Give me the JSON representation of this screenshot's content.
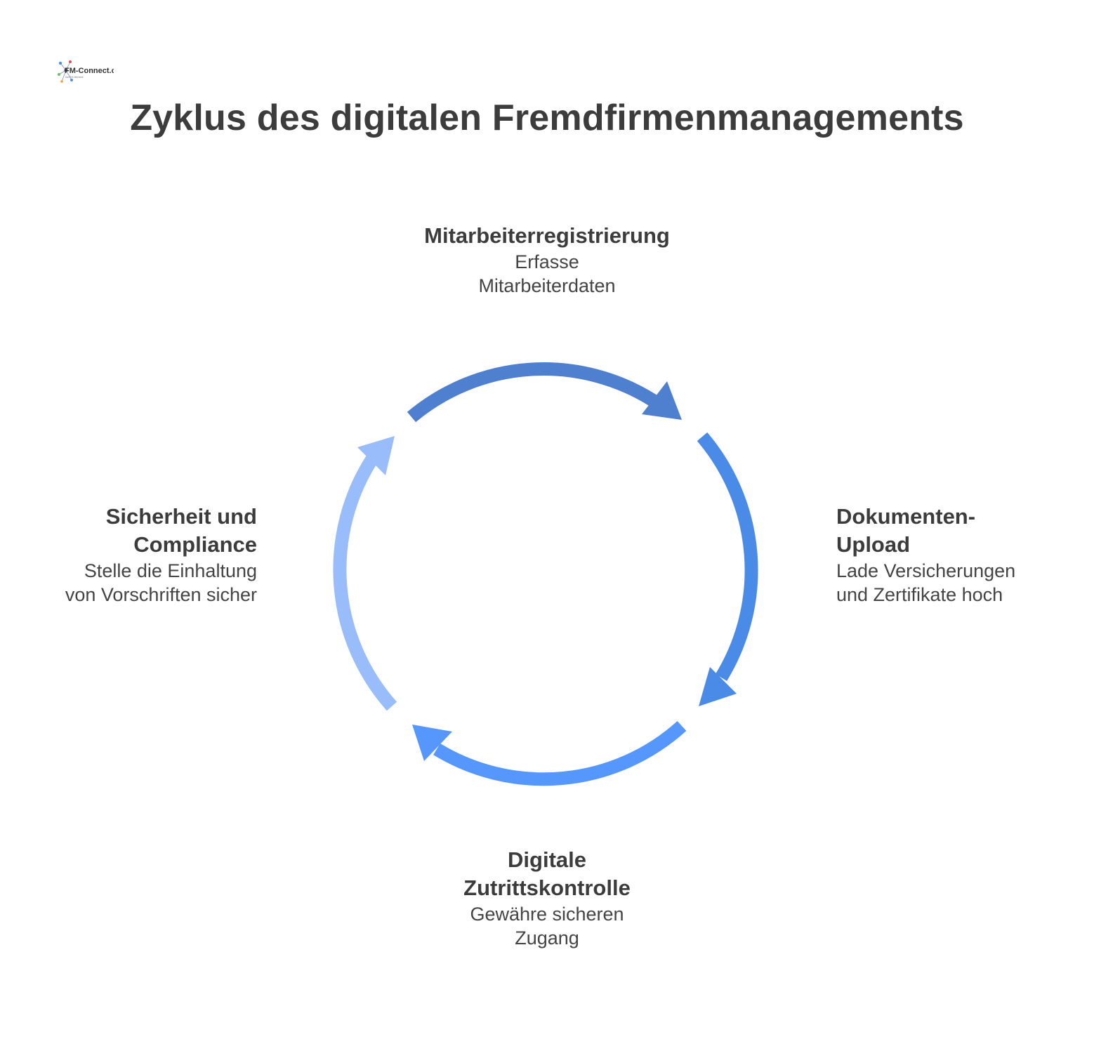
{
  "logo": {
    "text": "FM-Connect.com",
    "tagline": "Das FM-Netzwerk",
    "icon": "network-logo-icon"
  },
  "title": "Zyklus des digitalen Fremdfirmenmanagements",
  "colors": {
    "arc_top": "#4f80cf",
    "arc_right": "#4b8be8",
    "arc_bottom": "#5597fc",
    "arc_left": "#99bdfb",
    "heading_text": "#3c3c3c",
    "body_text": "#444444"
  },
  "steps": [
    {
      "heading": "Mitarbeiterregistrierung",
      "description": "Erfasse Mitarbeiterdaten"
    },
    {
      "heading": "Dokumenten-Upload",
      "description": "Lade Versicherungen und Zertifikate hoch"
    },
    {
      "heading": "Digitale Zutrittskontrolle",
      "description": "Gewähre sicheren Zugang"
    },
    {
      "heading": "Sicherheit und Compliance",
      "description": "Stelle die Einhaltung von Vorschriften sicher"
    }
  ]
}
